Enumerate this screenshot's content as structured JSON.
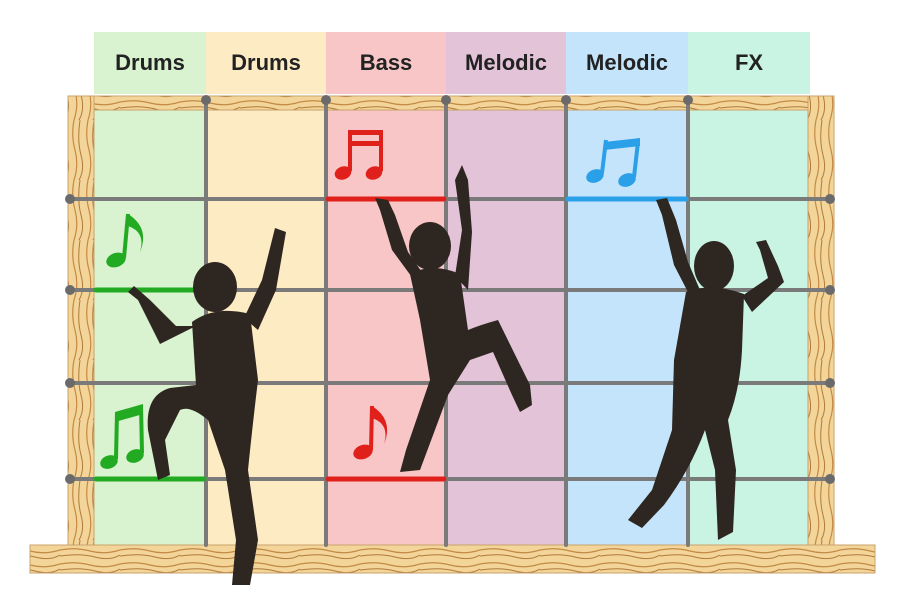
{
  "columns": [
    {
      "label": "Drums",
      "color": "#d9f2cf"
    },
    {
      "label": "Drums",
      "color": "#fdebc4"
    },
    {
      "label": "Bass",
      "color": "#f8c6c6"
    },
    {
      "label": "Melodic",
      "color": "#e3c3d7"
    },
    {
      "label": "Melodic",
      "color": "#c4e4fb"
    },
    {
      "label": "FX",
      "color": "#c9f3e2"
    }
  ],
  "colors": {
    "wood": "#f3d59a",
    "wood_grain": "#b07a3a",
    "grid": "#7a7a7a",
    "drums_note": "#22aa22",
    "bass_note": "#e0201b",
    "melodic_note": "#2aa0e8",
    "climber": "#2e2620"
  },
  "holds": [
    {
      "column": 0,
      "row": 2,
      "color": "green",
      "icon": "single-eighth-note-icon"
    },
    {
      "column": 0,
      "row": 4,
      "color": "green",
      "icon": "beamed-eighth-notes-icon"
    },
    {
      "column": 2,
      "row": 1,
      "color": "red",
      "icon": "sixteenth-notes-icon"
    },
    {
      "column": 2,
      "row": 4,
      "color": "red",
      "icon": "single-eighth-note-icon"
    },
    {
      "column": 4,
      "row": 1,
      "color": "blue",
      "icon": "beamed-eighth-notes-icon"
    }
  ],
  "climbers": [
    "climber-left",
    "climber-middle",
    "climber-right"
  ]
}
